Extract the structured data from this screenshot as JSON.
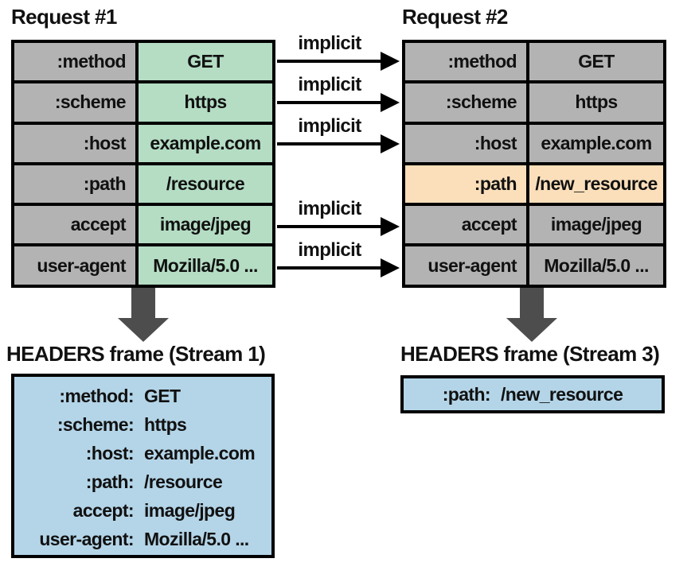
{
  "colors": {
    "cell_gray": "#b3b3b3",
    "value_green": "#b4ddc4",
    "highlight_peach": "#fbdfba",
    "frame_blue": "#b4d5e8",
    "big_arrow_gray": "#4d4d4d",
    "border_black": "#000000"
  },
  "request1": {
    "title": "Request #1",
    "rows": [
      {
        "name": ":method",
        "value": "GET"
      },
      {
        "name": ":scheme",
        "value": "https"
      },
      {
        "name": ":host",
        "value": "example.com"
      },
      {
        "name": ":path",
        "value": "/resource"
      },
      {
        "name": "accept",
        "value": "image/jpeg"
      },
      {
        "name": "user-agent",
        "value": "Mozilla/5.0 ..."
      }
    ]
  },
  "request2": {
    "title": "Request #2",
    "highlighted_row": ":path",
    "rows": [
      {
        "name": ":method",
        "value": "GET"
      },
      {
        "name": ":scheme",
        "value": "https"
      },
      {
        "name": ":host",
        "value": "example.com"
      },
      {
        "name": ":path",
        "value": "/new_resource"
      },
      {
        "name": "accept",
        "value": "image/jpeg"
      },
      {
        "name": "user-agent",
        "value": "Mozilla/5.0 ..."
      }
    ]
  },
  "arrows": [
    {
      "label": "implicit"
    },
    {
      "label": "implicit"
    },
    {
      "label": "implicit"
    },
    {
      "label": "implicit"
    },
    {
      "label": "implicit"
    }
  ],
  "frame_stream1": {
    "title": "HEADERS frame (Stream 1)",
    "lines": [
      {
        "name": ":method:",
        "value": "GET"
      },
      {
        "name": ":scheme:",
        "value": "https"
      },
      {
        "name": ":host:",
        "value": "example.com"
      },
      {
        "name": ":path:",
        "value": "/resource"
      },
      {
        "name": "accept:",
        "value": "image/jpeg"
      },
      {
        "name": "user-agent:",
        "value": "Mozilla/5.0 ..."
      }
    ]
  },
  "frame_stream3": {
    "title": "HEADERS frame (Stream 3)",
    "lines": [
      {
        "name": ":path:",
        "value": "/new_resource"
      }
    ]
  }
}
